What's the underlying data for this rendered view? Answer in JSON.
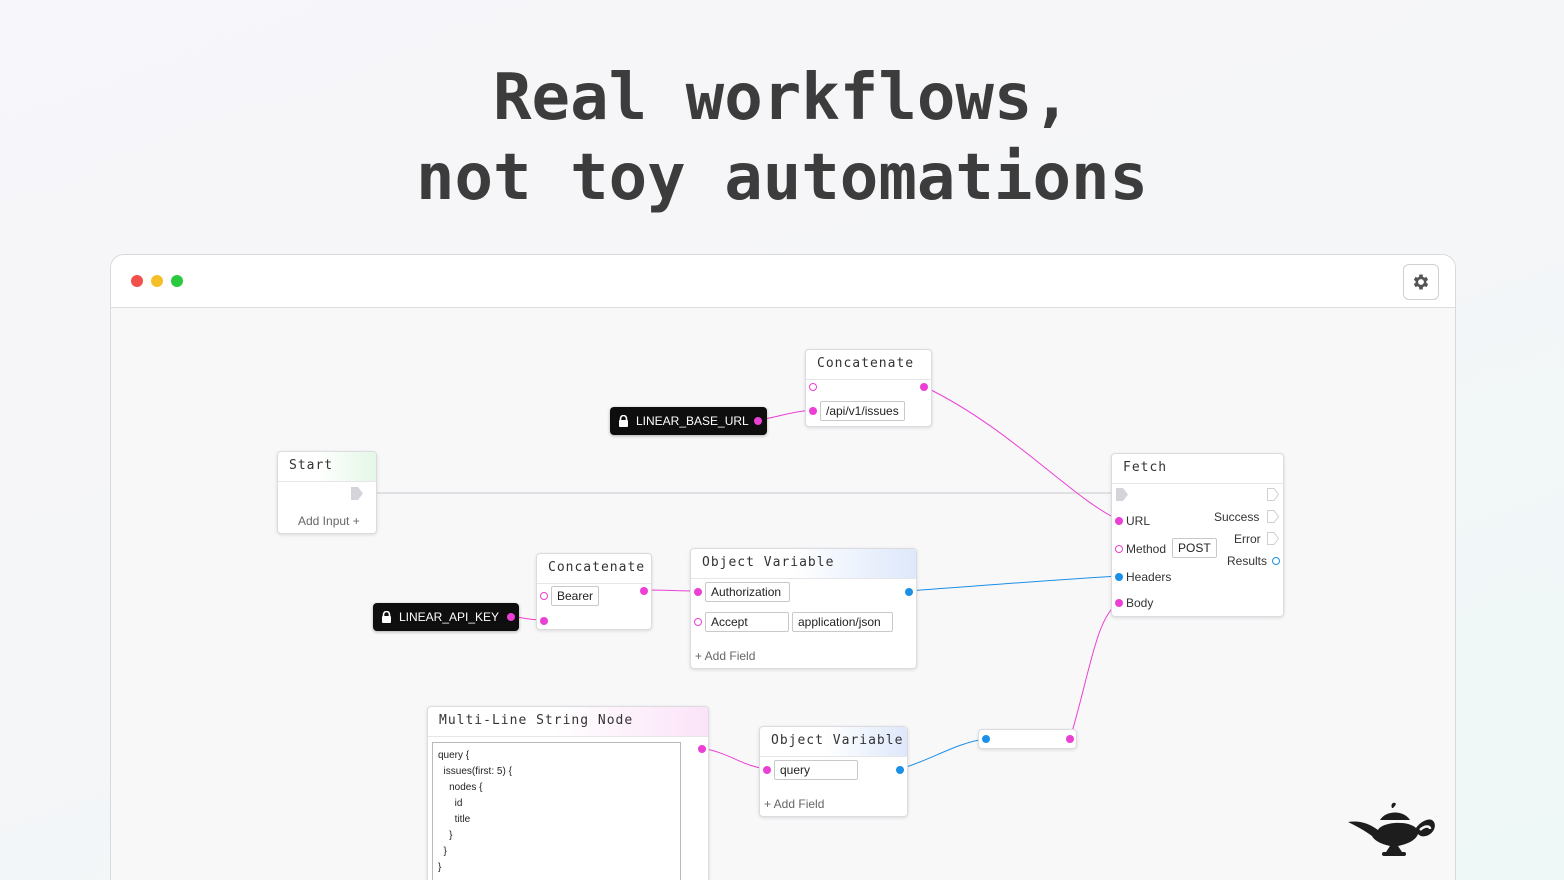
{
  "headline": {
    "line1": "Real workflows,",
    "line2": "not toy automations"
  },
  "window": {
    "traffic_lights": [
      "#f2504a",
      "#f5bf2a",
      "#2bc940"
    ],
    "settings_icon": "gear-icon"
  },
  "colors": {
    "string_wire": "#ec3fd6",
    "object_wire": "#1c8fe6",
    "exec_wire": "#c9c9cf"
  },
  "nodes": {
    "concat_top": {
      "title": "Concatenate",
      "input_value": "/api/v1/issues"
    },
    "linear_base_url": {
      "label": "LINEAR_BASE_URL",
      "icon": "lock-icon"
    },
    "start": {
      "title": "Start",
      "add_input": "Add Input +"
    },
    "fetch": {
      "title": "Fetch",
      "inputs": {
        "url": "URL",
        "method": "Method",
        "method_value": "POST",
        "headers": "Headers",
        "body": "Body"
      },
      "outputs": {
        "success": "Success",
        "error": "Error",
        "results": "Results"
      }
    },
    "concat_bearer": {
      "title": "Concatenate",
      "input_value": "Bearer"
    },
    "linear_api_key": {
      "label": "LINEAR_API_KEY",
      "icon": "lock-icon"
    },
    "object_var_headers": {
      "title": "Object Variable",
      "fields": [
        {
          "key": "Authorization",
          "value": ""
        },
        {
          "key": "Accept",
          "value": "application/json"
        }
      ],
      "add_field": "+ Add Field"
    },
    "multiline": {
      "title": "Multi-Line String Node",
      "text": "query {\n  issues(first: 5) {\n    nodes {\n      id\n      title\n    }\n  }\n}"
    },
    "object_var_body": {
      "title": "Object Variable",
      "field_key": "query",
      "add_field": "+ Add Field"
    }
  }
}
